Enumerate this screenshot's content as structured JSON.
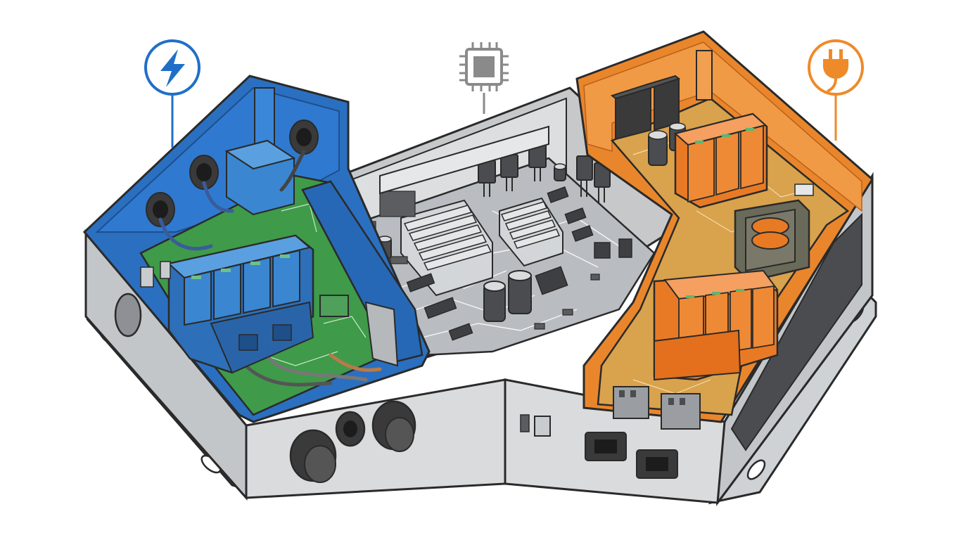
{
  "zones": [
    {
      "id": "input",
      "icon": "lightning-bolt-icon",
      "color": "#1f6fc8",
      "interior": "#2e79c9",
      "pcb": "#3f9a4a"
    },
    {
      "id": "control",
      "icon": "microchip-icon",
      "color": "#8a8a8a",
      "interior": "#c9cacb",
      "pcb": "#b8bcc0"
    },
    {
      "id": "output",
      "icon": "power-plug-icon",
      "color": "#ee8a2a",
      "interior": "#e9862c",
      "pcb": "#d9a24c"
    }
  ],
  "colors": {
    "enclosure": "#d9dbdd",
    "enclosure_shade": "#b7babd",
    "outline": "#2a2a2a",
    "module_blue": "#3b86d0",
    "module_orange": "#ee8230",
    "heatsink": "#c4c7ca",
    "gland": "#3a3a3a"
  }
}
